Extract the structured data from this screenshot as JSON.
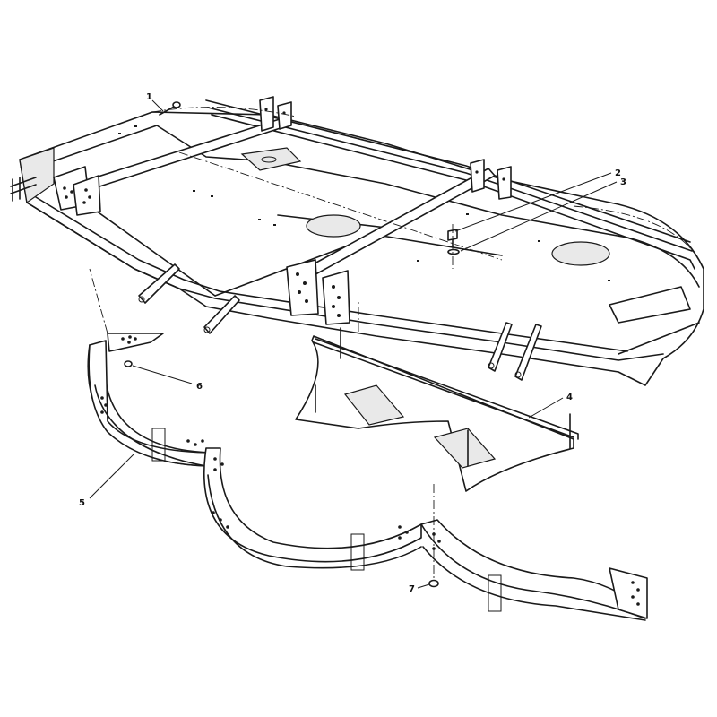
{
  "diagram": {
    "callouts": [
      {
        "id": "callout-1",
        "label": "1"
      },
      {
        "id": "callout-2",
        "label": "2"
      },
      {
        "id": "callout-3",
        "label": "3"
      },
      {
        "id": "callout-4",
        "label": "4"
      },
      {
        "id": "callout-5",
        "label": "5"
      },
      {
        "id": "callout-6",
        "label": "6"
      },
      {
        "id": "callout-7",
        "label": "7"
      }
    ]
  },
  "colors": {
    "ink": "#1a1a1a",
    "paper": "#ffffff"
  }
}
